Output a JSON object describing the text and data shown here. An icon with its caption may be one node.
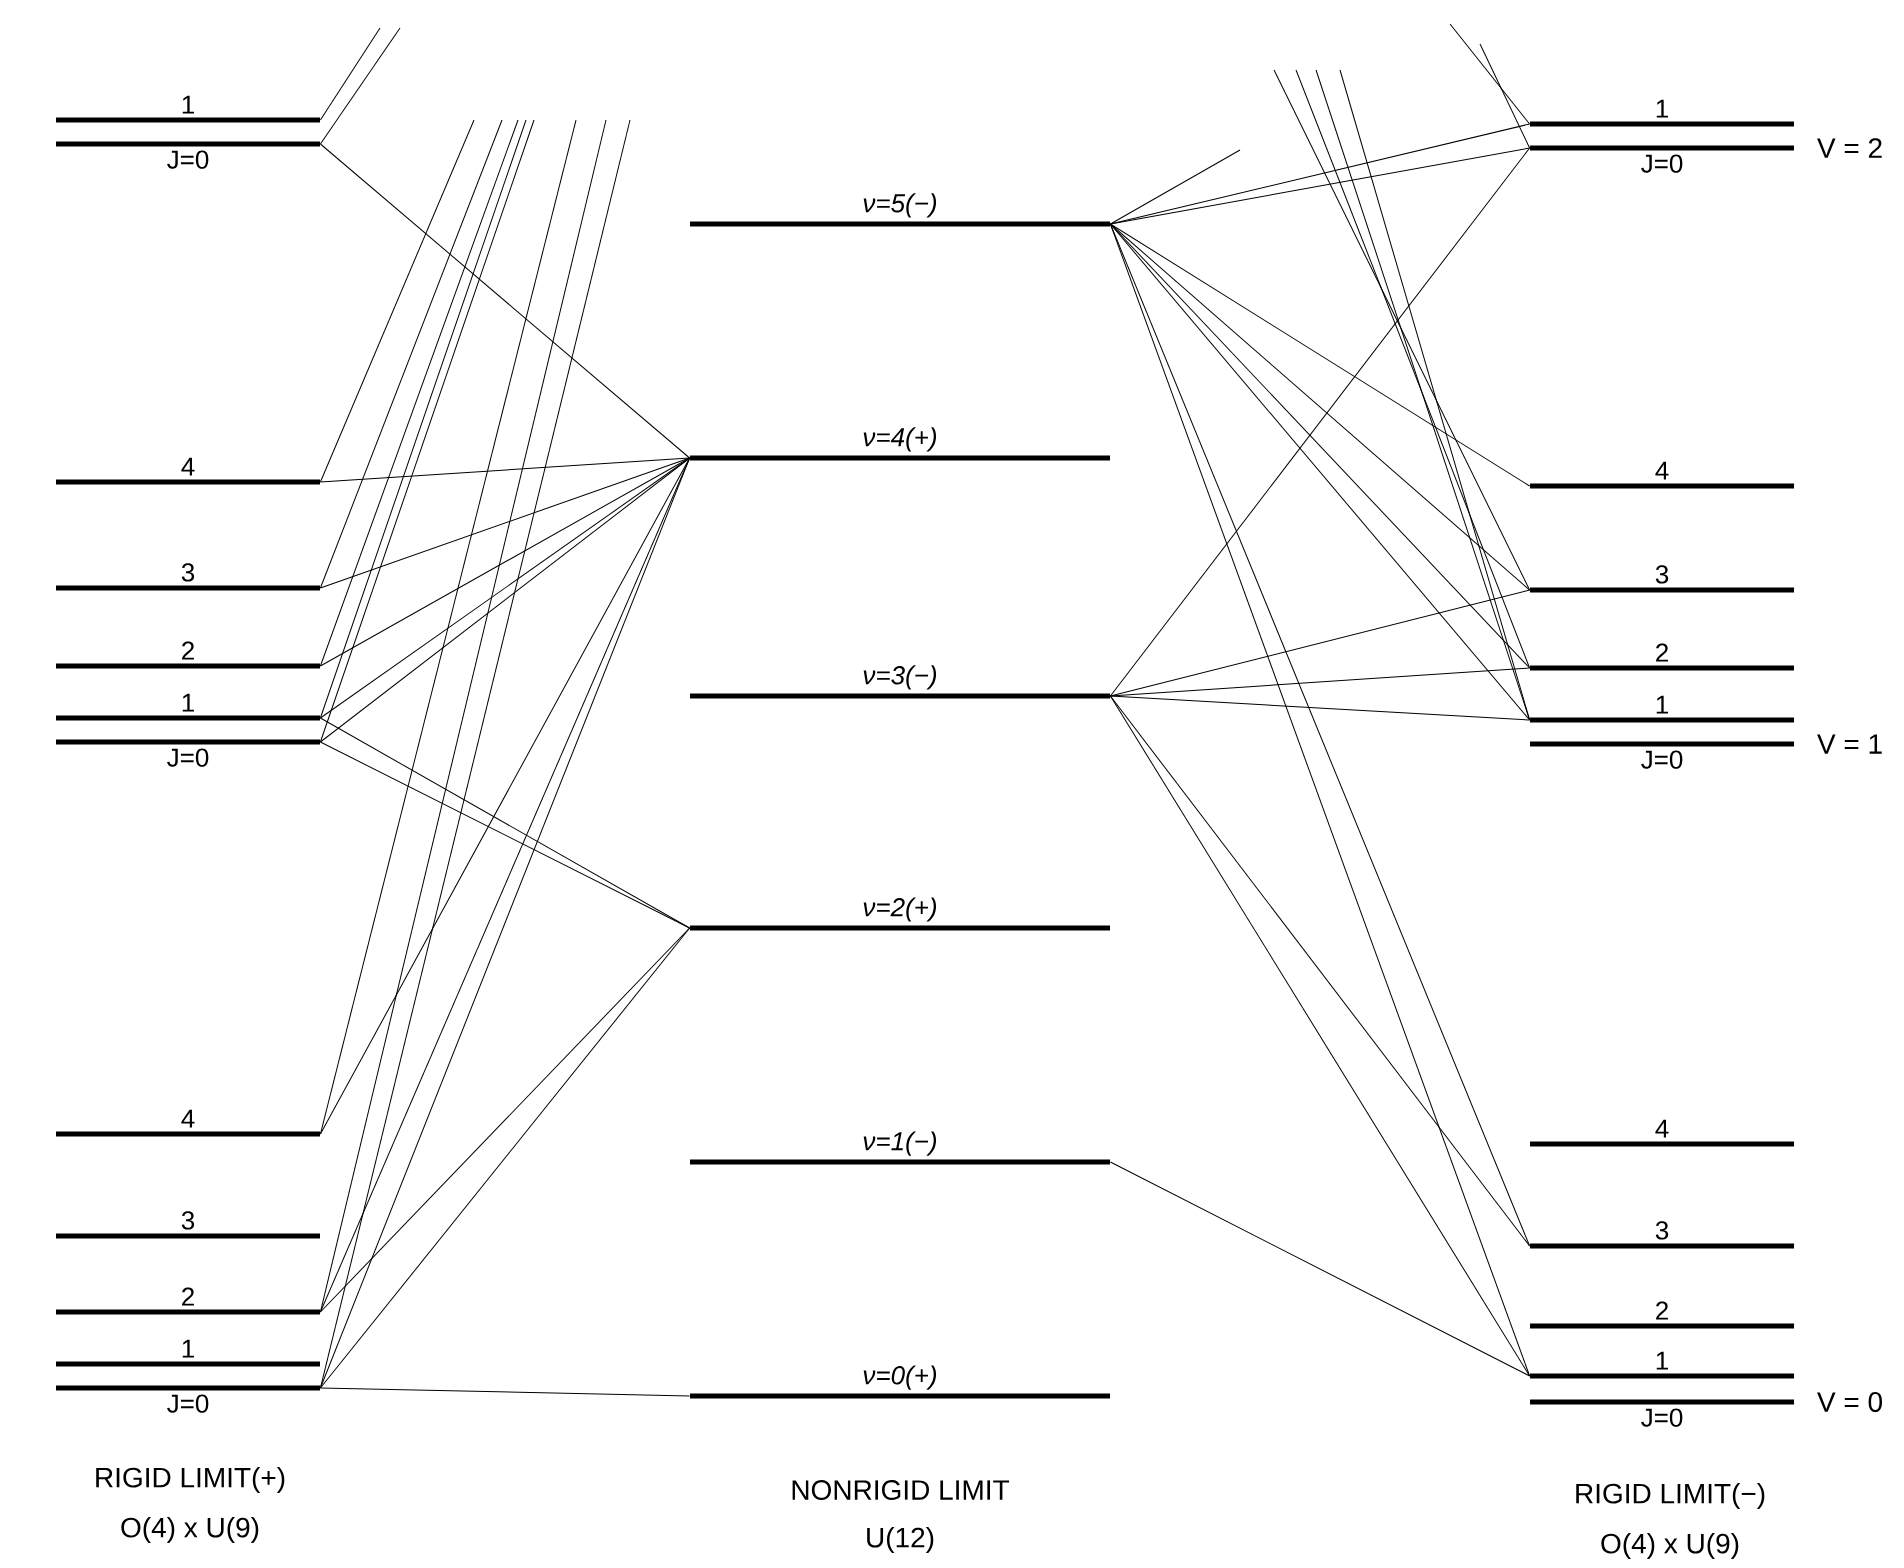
{
  "diagram": {
    "nodes": [
      {
        "text": [
          "1"
        ]
      },
      {
        "text": [
          "J=0"
        ]
      },
      {
        "text": [
          "4"
        ]
      },
      {
        "text": [
          "3"
        ]
      },
      {
        "text": [
          "2"
        ]
      },
      {
        "text": [
          "1"
        ]
      },
      {
        "text": [
          "J=0"
        ]
      },
      {
        "text": [
          "4"
        ]
      },
      {
        "text": [
          "3"
        ]
      },
      {
        "text": [
          "2"
        ]
      },
      {
        "text": [
          "1"
        ]
      },
      {
        "text": [
          "J=0"
        ]
      },
      {
        "text": [
          "ν=5(−)"
        ]
      },
      {
        "text": [
          "ν=4(+)"
        ]
      },
      {
        "text": [
          "ν=3(−)"
        ]
      },
      {
        "text": [
          "ν=2(+)"
        ]
      },
      {
        "text": [
          "ν=1(−)"
        ]
      },
      {
        "text": [
          "ν=0(+)"
        ]
      },
      {
        "text": [
          "1"
        ]
      },
      {
        "text": [
          "J=0"
        ]
      },
      {
        "text": [
          "4"
        ]
      },
      {
        "text": [
          "3"
        ]
      },
      {
        "text": [
          "2"
        ]
      },
      {
        "text": [
          "1"
        ]
      },
      {
        "text": [
          "J=0"
        ]
      },
      {
        "text": [
          "4"
        ]
      },
      {
        "text": [
          "3"
        ]
      },
      {
        "text": [
          "2"
        ]
      },
      {
        "text": [
          "1"
        ]
      },
      {
        "text": [
          "J=0"
        ]
      }
    ],
    "edges": [
      {
        "from": 0,
        "to": null,
        "arrow": "none"
      },
      {
        "from": 1,
        "to": null,
        "arrow": "none"
      },
      {
        "from": 1,
        "to": 13,
        "arrow": "none"
      },
      {
        "from": 2,
        "to": 13,
        "arrow": "none"
      },
      {
        "from": 2,
        "to": null,
        "arrow": "none"
      },
      {
        "from": 3,
        "to": 13,
        "arrow": "none"
      },
      {
        "from": 3,
        "to": null,
        "arrow": "none"
      },
      {
        "from": 4,
        "to": 13,
        "arrow": "none"
      },
      {
        "from": 4,
        "to": null,
        "arrow": "none"
      },
      {
        "from": 5,
        "to": 13,
        "arrow": "none"
      },
      {
        "from": 5,
        "to": null,
        "arrow": "none"
      },
      {
        "from": 5,
        "to": 15,
        "arrow": "none"
      },
      {
        "from": 6,
        "to": 13,
        "arrow": "none"
      },
      {
        "from": 6,
        "to": null,
        "arrow": "none"
      },
      {
        "from": 6,
        "to": 15,
        "arrow": "none"
      },
      {
        "from": 7,
        "to": 13,
        "arrow": "none"
      },
      {
        "from": 7,
        "to": null,
        "arrow": "none"
      },
      {
        "from": 9,
        "to": 15,
        "arrow": "none"
      },
      {
        "from": 9,
        "to": 13,
        "arrow": "none"
      },
      {
        "from": 9,
        "to": null,
        "arrow": "none"
      },
      {
        "from": 11,
        "to": 15,
        "arrow": "none"
      },
      {
        "from": 11,
        "to": 13,
        "arrow": "none"
      },
      {
        "from": 11,
        "to": 17,
        "arrow": "none"
      },
      {
        "from": 11,
        "to": null,
        "arrow": "none"
      },
      {
        "from": 12,
        "to": null,
        "arrow": "none"
      },
      {
        "from": 12,
        "to": 18,
        "arrow": "none"
      },
      {
        "from": 12,
        "to": 19,
        "arrow": "none"
      },
      {
        "from": 12,
        "to": 20,
        "arrow": "none"
      },
      {
        "from": 12,
        "to": 21,
        "arrow": "none"
      },
      {
        "from": 12,
        "to": 22,
        "arrow": "none"
      },
      {
        "from": 12,
        "to": 23,
        "arrow": "none"
      },
      {
        "from": 12,
        "to": 26,
        "arrow": "none"
      },
      {
        "from": 12,
        "to": 28,
        "arrow": "none"
      },
      {
        "from": 14,
        "to": 19,
        "arrow": "none"
      },
      {
        "from": 14,
        "to": 21,
        "arrow": "none"
      },
      {
        "from": 14,
        "to": 22,
        "arrow": "none"
      },
      {
        "from": 14,
        "to": 23,
        "arrow": "none"
      },
      {
        "from": 14,
        "to": 26,
        "arrow": "none"
      },
      {
        "from": 14,
        "to": 28,
        "arrow": "none"
      },
      {
        "from": 16,
        "to": 28,
        "arrow": "none"
      },
      {
        "from": null,
        "to": 18,
        "arrow": "none"
      },
      {
        "from": null,
        "to": 19,
        "arrow": "none"
      },
      {
        "from": null,
        "to": 21,
        "arrow": "none"
      },
      {
        "from": null,
        "to": 22,
        "arrow": "none"
      },
      {
        "from": null,
        "to": 23,
        "arrow": "none"
      },
      {
        "from": null,
        "to": 23,
        "arrow": "none"
      }
    ],
    "labels": [
      "V = 2",
      "V = 1",
      "V = 0",
      "RIGID LIMIT(+)",
      "O(4) x U(9)",
      "NONRIGID LIMIT",
      "U(12)",
      "RIGID LIMIT(−)",
      "O(4) x U(9)"
    ]
  }
}
